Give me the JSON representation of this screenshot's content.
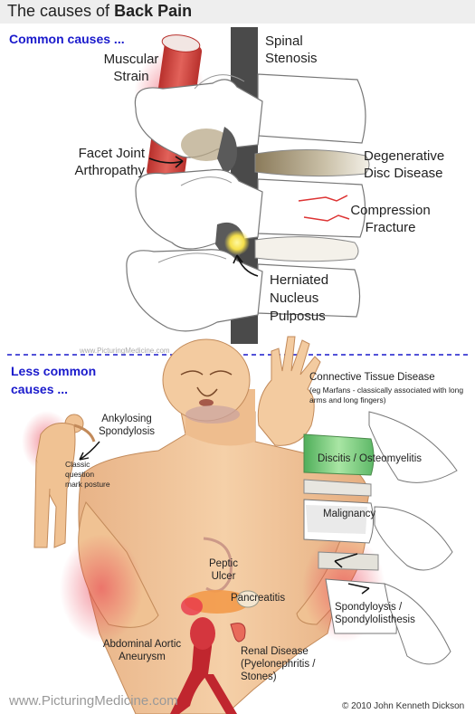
{
  "header": {
    "title_prefix": "The causes of ",
    "title_bold": "Back Pain"
  },
  "sections": {
    "common": "Common causes ...",
    "less_common": "Less common causes ..."
  },
  "common_labels": {
    "muscular_strain": "Muscular Strain",
    "spinal_stenosis": "Spinal Stenosis",
    "facet_joint": "Facet Joint Arthropathy",
    "degenerative_disc": "Degenerative Disc Disease",
    "compression_fracture": "Compression Fracture",
    "herniated": "Herniated Nucleus Pulposus"
  },
  "less_common_labels": {
    "ankylosing": "Ankylosing Spondylosis",
    "classic_posture": "Classic question mark posture",
    "connective_title": "Connective Tissue Disease",
    "connective_note": "(eg Marfans - classically associated with long arms and long fingers)",
    "discitis": "Discitis / Osteomyelitis",
    "malignancy": "Malignancy",
    "spondylolysis": "Spondyloysis / Spondylolisthesis",
    "peptic_ulcer": "Peptic Ulcer",
    "pancreatitis": "Pancreatitis",
    "abdominal": "Abdominal Aortic Aneurysm",
    "renal": "Renal Disease (Pyelonephritis / Stones)"
  },
  "watermark": "www.PicturingMedicine.com",
  "footer": {
    "site": "www.PicturingMedicine.com",
    "copyright": "© 2010 John Kenneth Dickson"
  },
  "colors": {
    "section_heading": "#1a1acc",
    "divider": "#1a1acc",
    "muscle": "#d94a45",
    "inflammation": "#e8364a",
    "skin": "#f2c9a0",
    "discitis": "#7fcf7f"
  }
}
